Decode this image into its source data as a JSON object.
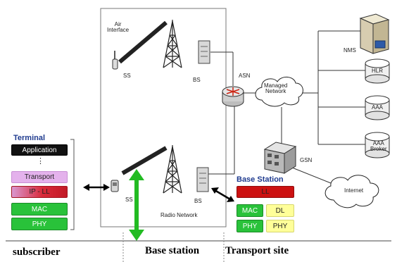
{
  "labels": {
    "air_interface": "Air\nInterface",
    "ss_top": "SS",
    "bs_top": "BS",
    "asn": "ASN",
    "managed_network": "Managed\nNetwork",
    "nms": "NMS",
    "hlr": "HLR",
    "aaa": "AAA",
    "aaa_broker": "AAA\nBroker",
    "gsn": "GSN",
    "internet": "Internet",
    "ss_bottom": "SS",
    "bs_bottom": "BS",
    "radio_network": "Radio Network"
  },
  "terminal": {
    "title": "Terminal",
    "layers": [
      "Application",
      "Transport",
      "IP - LL",
      "MAC",
      "PHY"
    ],
    "dots": "⋮"
  },
  "base_station_stack": {
    "title": "Base Station",
    "ll": "LL",
    "mac": "MAC",
    "dl": "DL",
    "phy_left": "PHY",
    "phy_right": "PHY"
  },
  "bottom": {
    "subscriber": "subscriber",
    "base_station": "Base station",
    "transport_site": "Transport site"
  },
  "colors": {
    "terminal_title": "#1f3b8f",
    "application_bg": "#111111",
    "transport_bg": "#e4b2ec",
    "ipll_bg": "#d92a3a",
    "mac_bg": "#29c23a",
    "phy_bg": "#29c23a",
    "ll_bg": "#cc1111",
    "dl_bg": "#ffff99",
    "green_arrow": "#22bb22"
  }
}
